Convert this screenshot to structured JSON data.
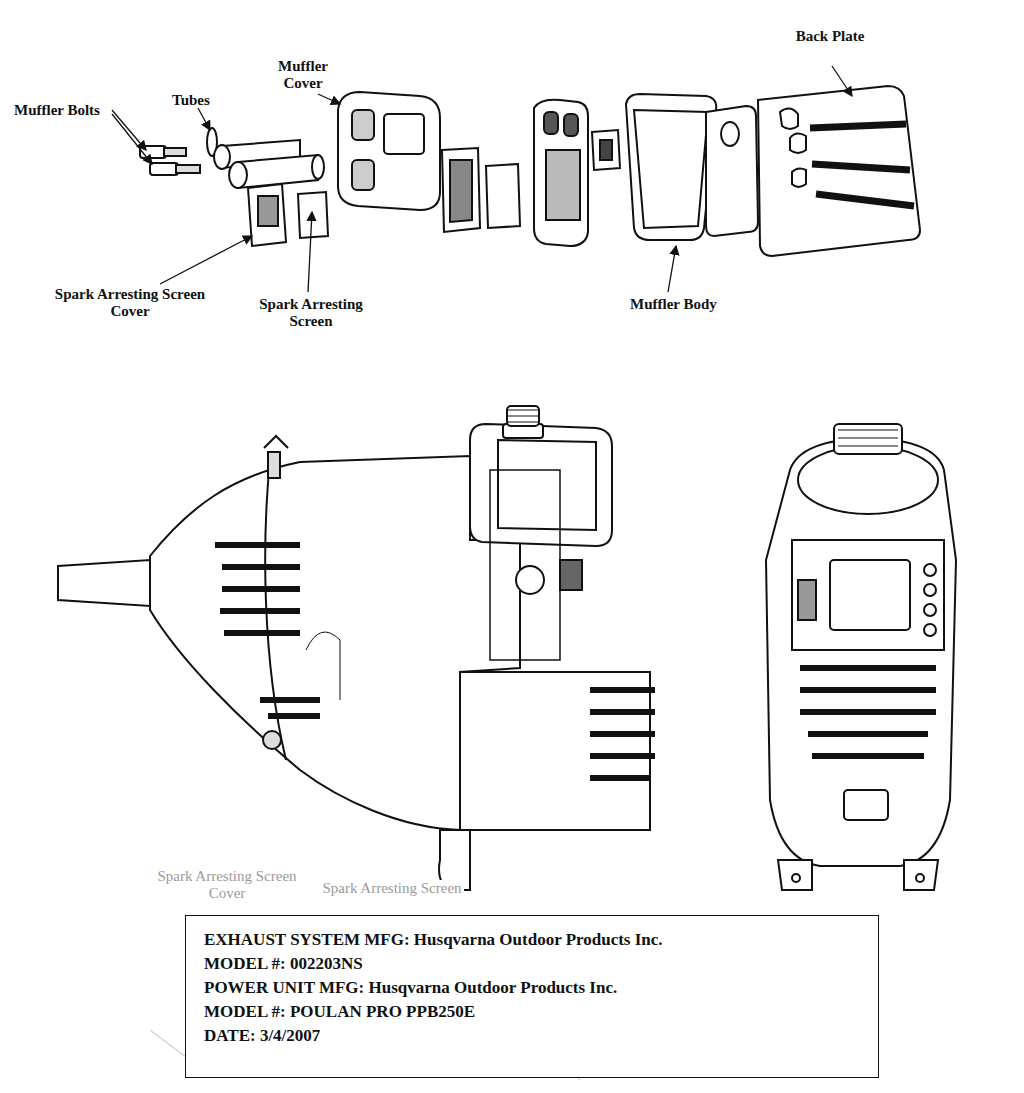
{
  "diagram": {
    "nodes": [
      {
        "text": [
          "EXHAUST SYSTEM MFG: Husqvarna Outdoor Products Inc.",
          "MODEL #: 002203NS",
          "POWER UNIT MFG: Husqvarna Outdoor Products Inc.",
          "MODEL #: POULAN PRO PPB250E",
          "DATE: 3/4/2007"
        ]
      }
    ],
    "labels": [
      "Back Plate",
      "Muffler Cover",
      "Muffler Bolts",
      "Tubes",
      "Spark Arresting Screen Cover",
      "Spark Arresting Screen",
      "Muffler Body",
      "Spark Arresting Screen Cover",
      "Spark Arresting Screen"
    ]
  }
}
